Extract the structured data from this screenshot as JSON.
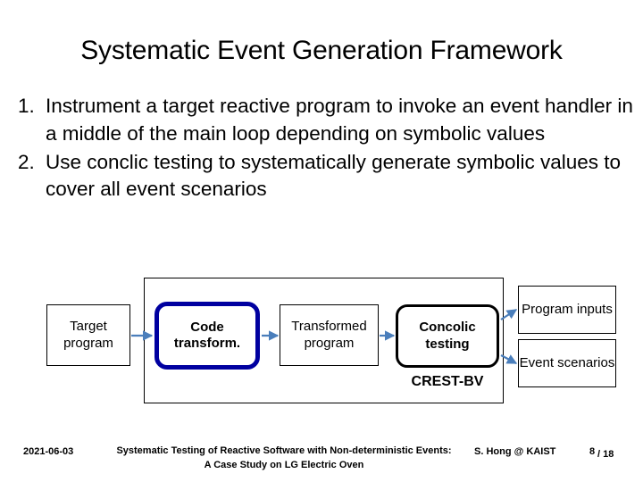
{
  "slide": {
    "title": "Systematic Event Generation Framework",
    "body": [
      {
        "marker": "1.",
        "text": "Instrument a target reactive program to invoke an event handler in a middle of the main loop depending on symbolic values"
      },
      {
        "marker": "2.",
        "text": "Use conclic testing to systematically generate symbolic values to cover all event scenarios"
      }
    ]
  },
  "diagram": {
    "boxes": {
      "target_program": "Target program",
      "code_transform": "Code transform.",
      "transformed_program": "Transformed program",
      "concolic_testing": "Concolic testing",
      "program_inputs": "Program inputs",
      "event_scenarios": "Event scenarios"
    },
    "captions": {
      "crest_bv": "CREST-BV"
    },
    "colors": {
      "code_transform_border": "#0000A0",
      "concolic_border": "#000000",
      "arrow": "#4A7EBB",
      "box_border": "#000000",
      "frame_border": "#000000"
    }
  },
  "footer": {
    "date": "2021-06-03",
    "title_line1": "Systematic Testing of Reactive Software with Non-deterministic Events:",
    "title_line2": "A Case Study on LG Electric Oven",
    "author": "S. Hong @ KAIST",
    "page_current": "8",
    "page_separator": "/",
    "page_total": "18"
  }
}
